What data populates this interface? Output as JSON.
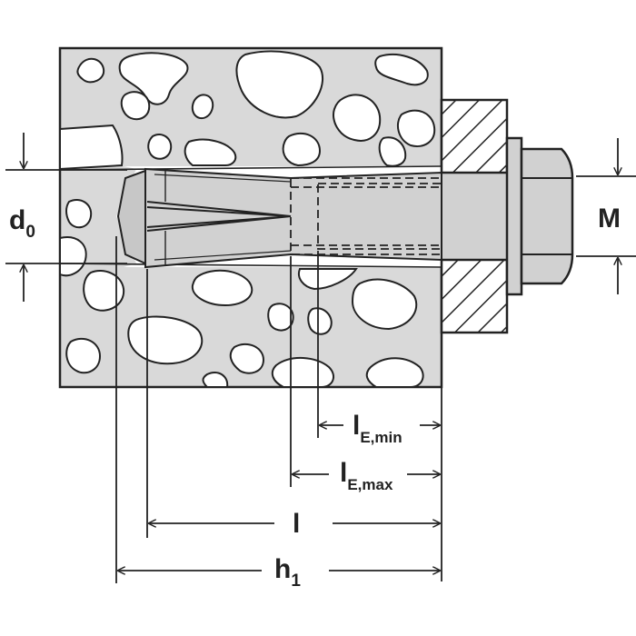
{
  "diagram": {
    "labels": {
      "bore_diameter": {
        "main": "d",
        "sub": "0"
      },
      "thread": {
        "main": "M",
        "sub": ""
      },
      "thread_length_min": {
        "main": "l",
        "sub": "E,min"
      },
      "thread_length_max": {
        "main": "l",
        "sub": "E,max"
      },
      "anchor_length": {
        "main": "l",
        "sub": ""
      },
      "bore_depth": {
        "main": "h",
        "sub": "1"
      }
    },
    "colors": {
      "line": "#222222",
      "concrete": "#d9d9d9",
      "anchor": "#c7c7c7",
      "pebble": "#ffffff",
      "background": "#ffffff"
    }
  }
}
